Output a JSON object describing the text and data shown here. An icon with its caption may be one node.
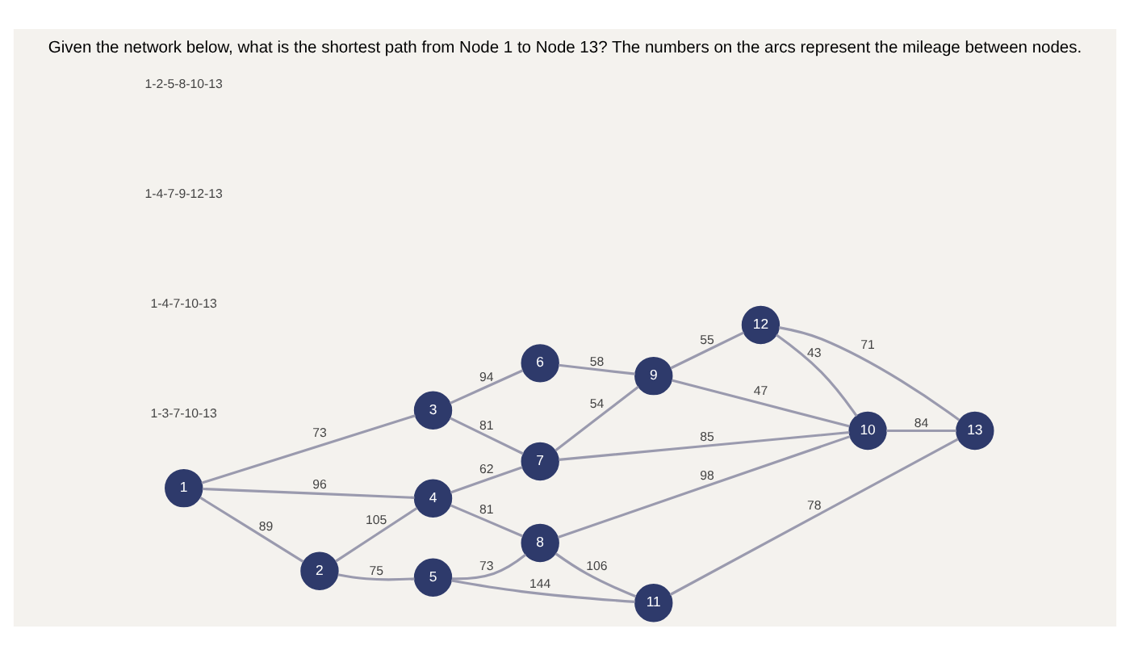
{
  "diagram": {
    "title": "Given the network below, what is the shortest path from Node 1 to Node 13? The numbers on the arcs represent the mileage between nodes.",
    "nodes": [
      {
        "text": [
          "1"
        ]
      },
      {
        "text": [
          "2"
        ]
      },
      {
        "text": [
          "3"
        ]
      },
      {
        "text": [
          "4"
        ]
      },
      {
        "text": [
          "5"
        ]
      },
      {
        "text": [
          "6"
        ]
      },
      {
        "text": [
          "7"
        ]
      },
      {
        "text": [
          "8"
        ]
      },
      {
        "text": [
          "9"
        ]
      },
      {
        "text": [
          "10"
        ]
      },
      {
        "text": [
          "11"
        ]
      },
      {
        "text": [
          "12"
        ]
      },
      {
        "text": [
          "13"
        ]
      }
    ],
    "edges": [
      {
        "from": 0,
        "to": 2,
        "arrow": "none",
        "label": "73"
      },
      {
        "from": 0,
        "to": 3,
        "arrow": "none",
        "label": "96"
      },
      {
        "from": 0,
        "to": 1,
        "arrow": "none",
        "label": "89"
      },
      {
        "from": 2,
        "to": 5,
        "arrow": "none",
        "label": "94"
      },
      {
        "from": 2,
        "to": 6,
        "arrow": "none",
        "label": "81"
      },
      {
        "from": 3,
        "to": 6,
        "arrow": "none",
        "label": "62"
      },
      {
        "from": 1,
        "to": 3,
        "arrow": "none",
        "label": "105"
      },
      {
        "from": 3,
        "to": 7,
        "arrow": "none",
        "label": "81"
      },
      {
        "from": 1,
        "to": 4,
        "arrow": "none",
        "label": "75"
      },
      {
        "from": 4,
        "to": 7,
        "arrow": "none",
        "label": "73"
      },
      {
        "from": 4,
        "to": 10,
        "arrow": "none",
        "label": "144"
      },
      {
        "from": 5,
        "to": 8,
        "arrow": "none",
        "label": "58"
      },
      {
        "from": 6,
        "to": 8,
        "arrow": "none",
        "label": "54"
      },
      {
        "from": 6,
        "to": 9,
        "arrow": "none",
        "label": "85"
      },
      {
        "from": 7,
        "to": 9,
        "arrow": "none",
        "label": "98"
      },
      {
        "from": 7,
        "to": 10,
        "arrow": "none",
        "label": "106"
      },
      {
        "from": 8,
        "to": 11,
        "arrow": "none",
        "label": "55"
      },
      {
        "from": 8,
        "to": 9,
        "arrow": "none",
        "label": "47"
      },
      {
        "from": 11,
        "to": 9,
        "arrow": "none",
        "label": "43"
      },
      {
        "from": 11,
        "to": 12,
        "arrow": "none",
        "label": "71"
      },
      {
        "from": 9,
        "to": 12,
        "arrow": "none",
        "label": "84"
      },
      {
        "from": 10,
        "to": 12,
        "arrow": "none",
        "label": "78"
      }
    ],
    "labels": [
      "1-2-5-8-10-13",
      "1-4-7-9-12-13",
      "1-4-7-10-13",
      "1-3-7-10-13"
    ]
  }
}
